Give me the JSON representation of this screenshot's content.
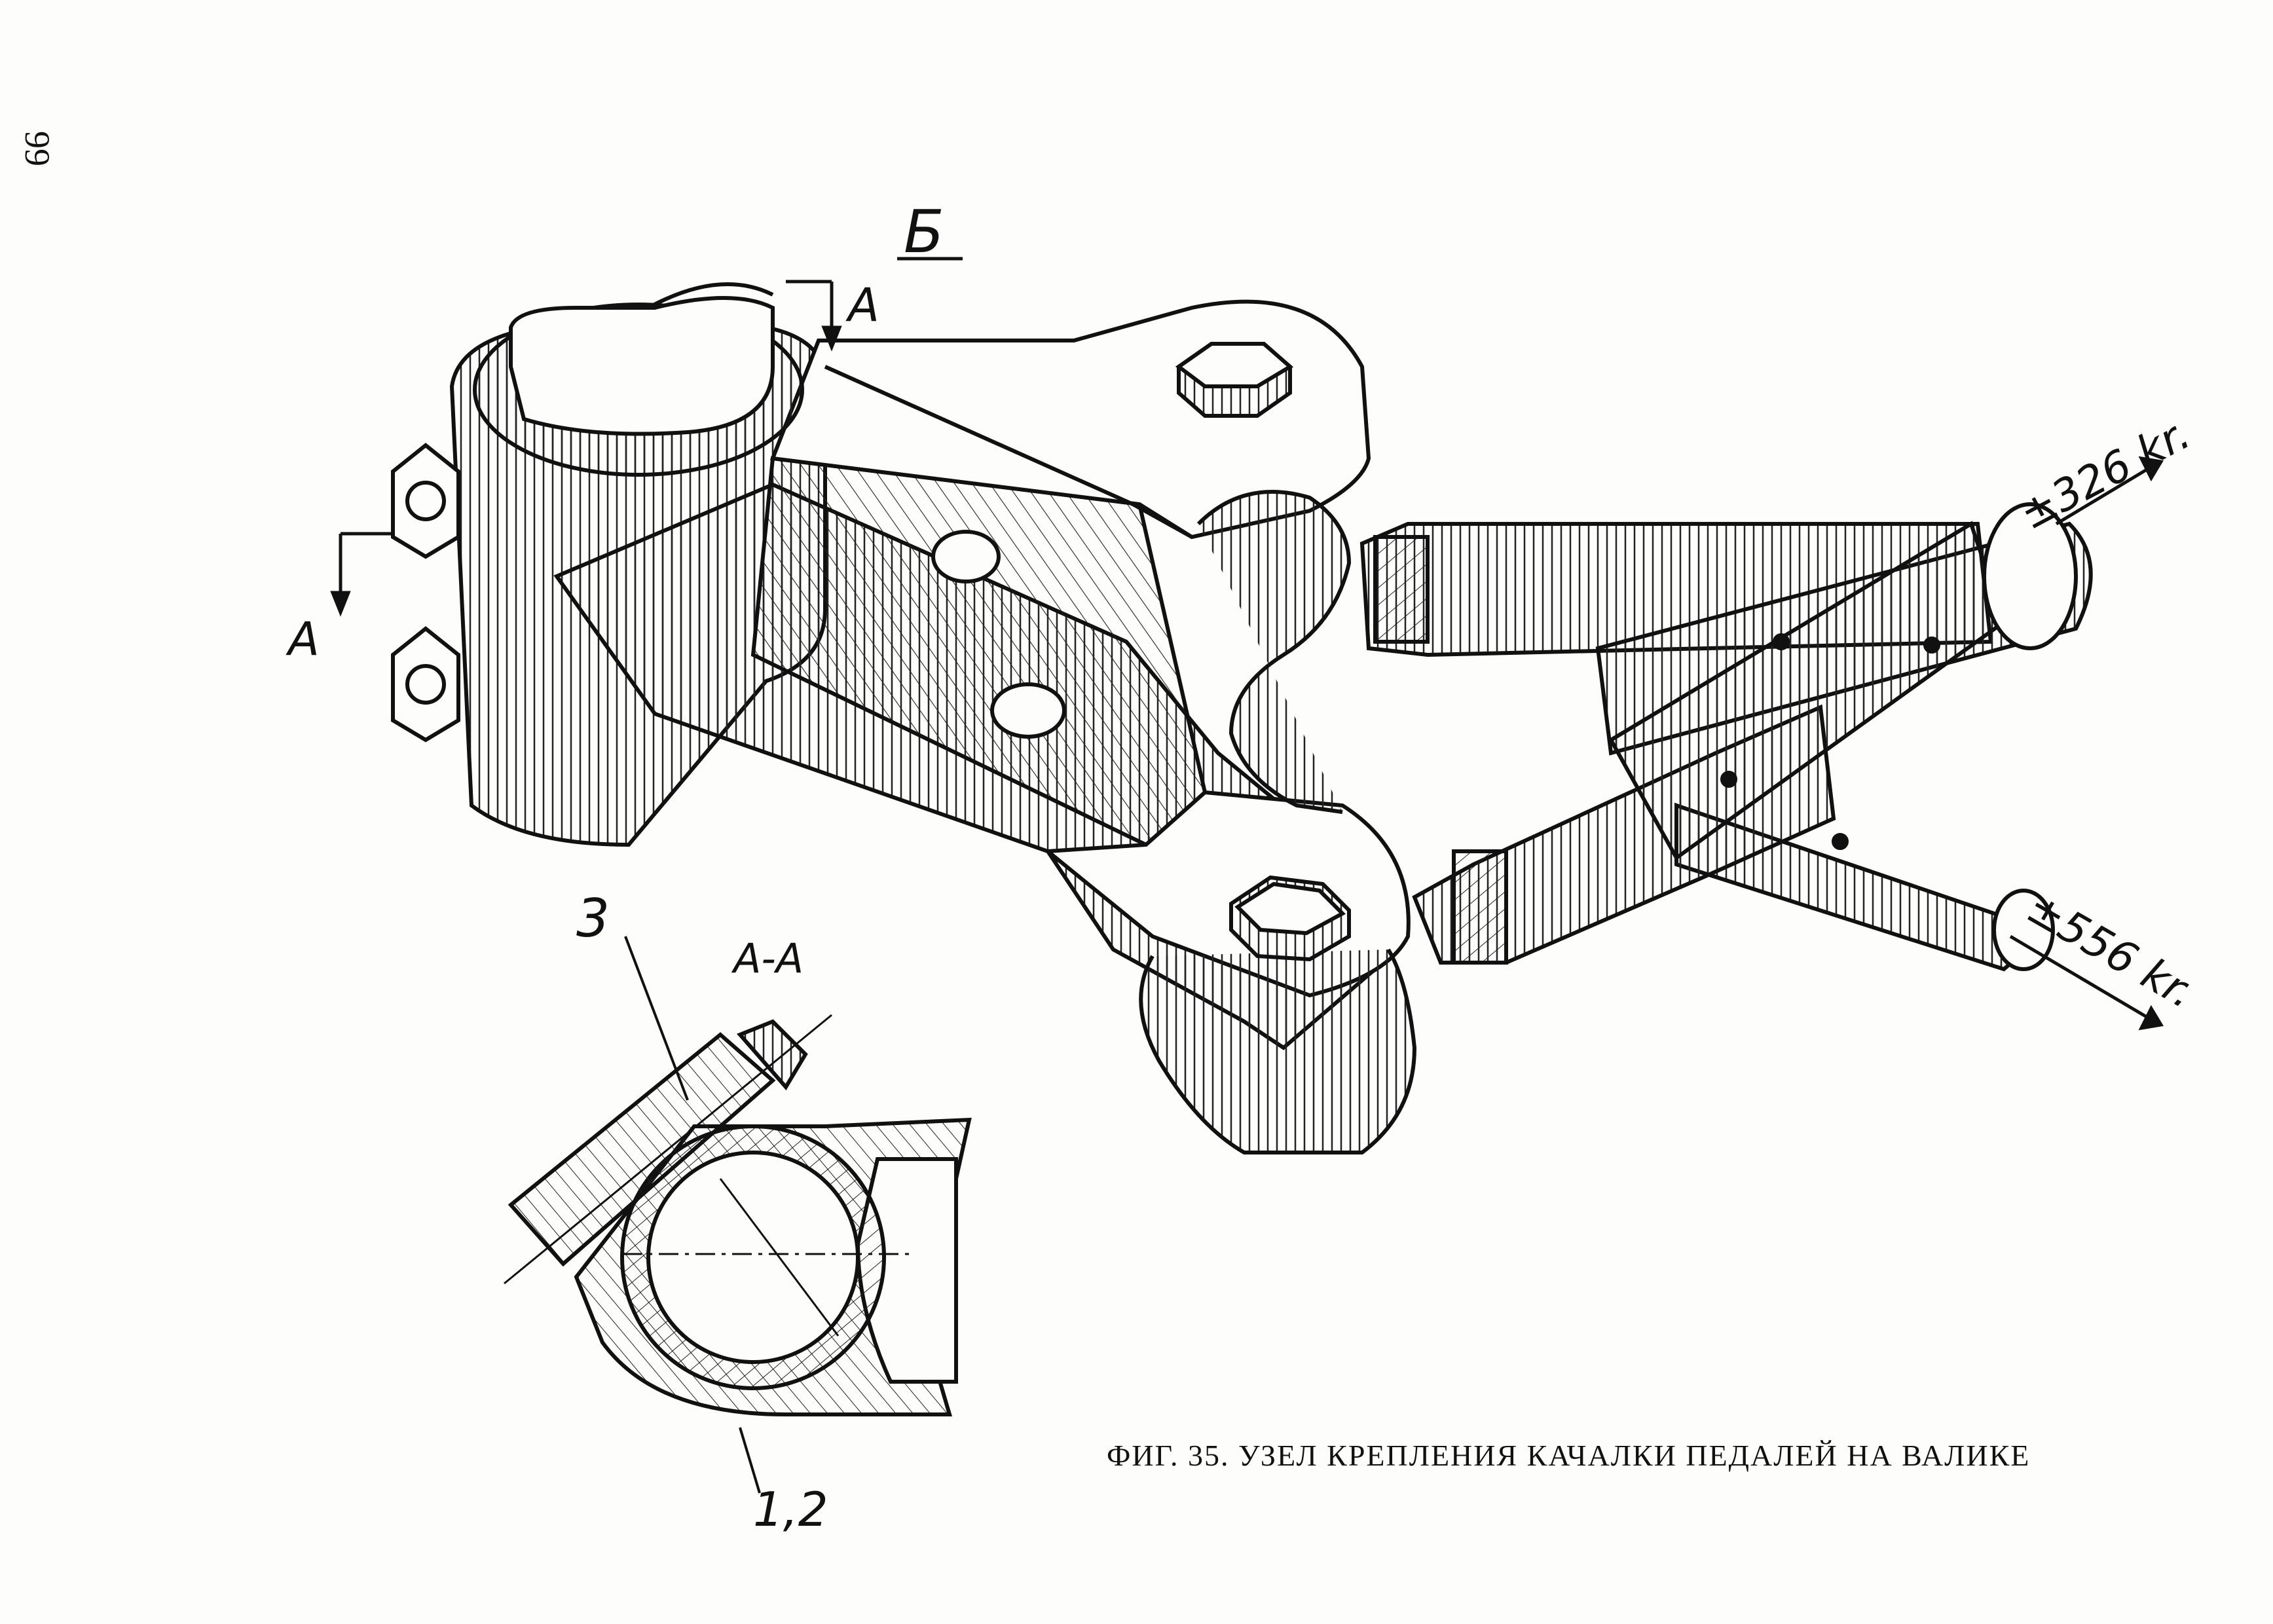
{
  "page_number": "99",
  "caption": "ФИГ. 35.   УЗЕЛ  КРЕПЛЕНИЯ КАЧАЛКИ ПЕДАЛЕЙ НА ВАЛИКЕ",
  "labels": {
    "view_b": "Б",
    "section_top": "А",
    "section_left": "А",
    "section_name": "А-А",
    "part_3": "3",
    "part_1_2": "1,2",
    "force_upper": "±326 kr.",
    "force_lower": "±556 kr."
  }
}
